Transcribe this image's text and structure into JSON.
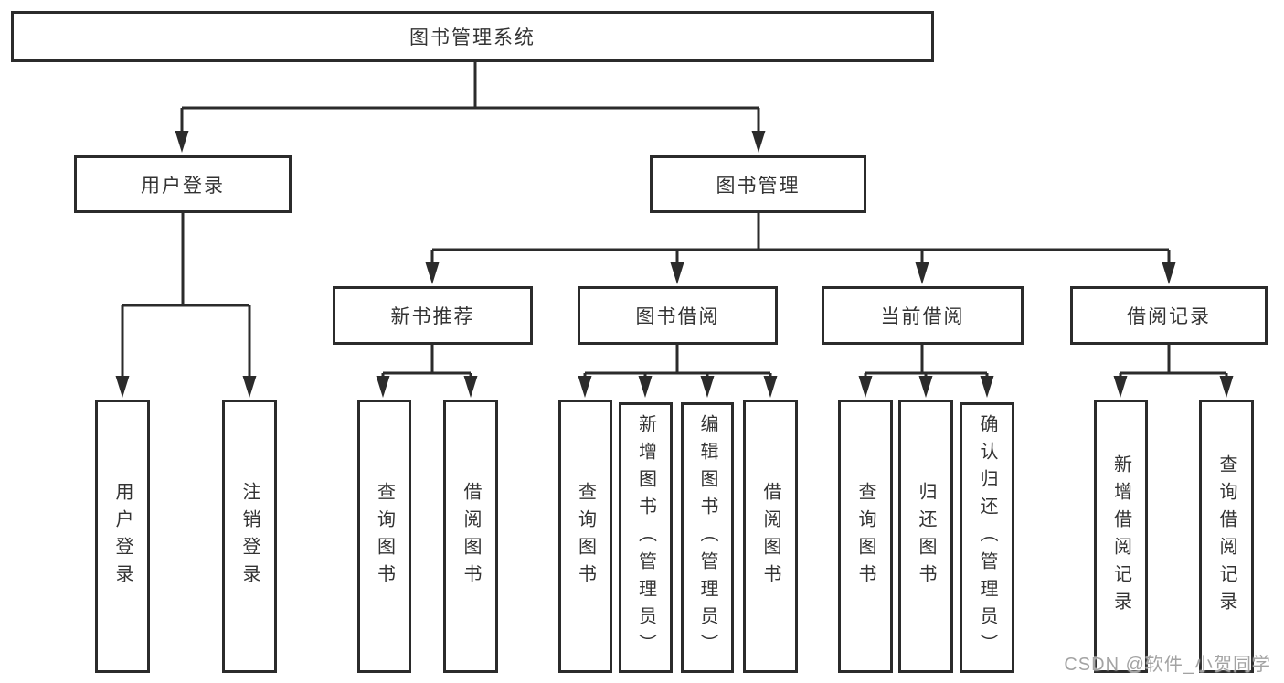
{
  "diagram": {
    "root": {
      "label": "图书管理系统"
    },
    "branches": [
      {
        "label": "用户登录",
        "leaves": [
          {
            "label": "用户登录"
          },
          {
            "label": "注销登录"
          }
        ]
      },
      {
        "label": "图书管理",
        "sections": [
          {
            "label": "新书推荐",
            "leaves": [
              {
                "label": "查询图书"
              },
              {
                "label": "借阅图书"
              }
            ]
          },
          {
            "label": "图书借阅",
            "leaves": [
              {
                "label": "查询图书"
              },
              {
                "label": "新增图书（管理员）"
              },
              {
                "label": "编辑图书（管理员）"
              },
              {
                "label": "借阅图书"
              }
            ]
          },
          {
            "label": "当前借阅",
            "leaves": [
              {
                "label": "查询图书"
              },
              {
                "label": "归还图书"
              },
              {
                "label": "确认归还（管理员）"
              }
            ]
          },
          {
            "label": "借阅记录",
            "leaves": [
              {
                "label": "新增借阅记录"
              },
              {
                "label": "查询借阅记录"
              }
            ]
          }
        ]
      }
    ]
  },
  "colors": {
    "line": "#2b2b2b",
    "text": "#333333",
    "background": "#ffffff",
    "watermark": "#969696"
  },
  "watermark": {
    "text": "CSDN @软件_小贺同学"
  }
}
